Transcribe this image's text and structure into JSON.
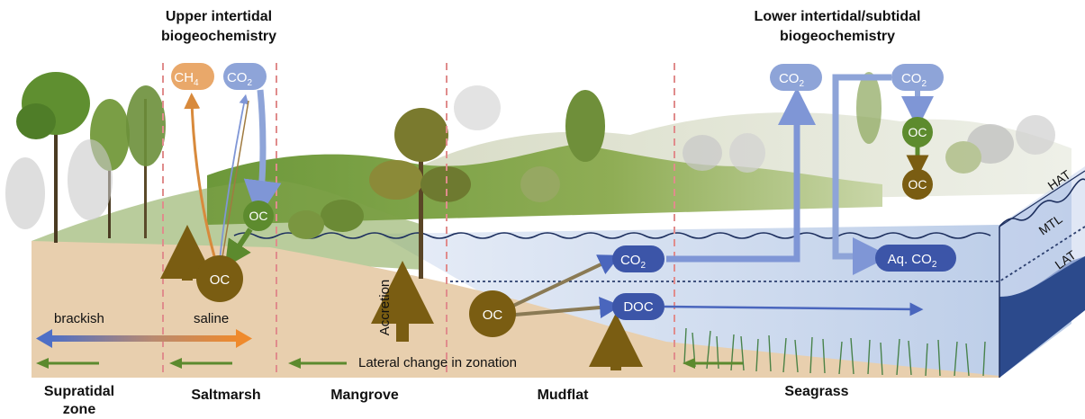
{
  "headings": {
    "upper": [
      "Upper intertidal",
      "biogeochemistry"
    ],
    "lower": [
      "Lower intertidal/subtidal",
      "biogeochemistry"
    ]
  },
  "zones": {
    "supratidal": [
      "Supratidal",
      "zone"
    ],
    "saltmarsh": "Saltmarsh",
    "mangrove": "Mangrove",
    "mudflat": "Mudflat",
    "seagrass": "Seagrass"
  },
  "nodes": {
    "ch4_upper": {
      "main": "CH",
      "sub": "4"
    },
    "co2_upper": {
      "main": "CO",
      "sub": "2"
    },
    "oc_saltmarsh_green": "OC",
    "oc_saltmarsh": "OC",
    "oc_mudflat": "OC",
    "co2_mudflat": {
      "main": "CO",
      "sub": "2"
    },
    "doc": "DOC",
    "co2_lower_left": {
      "main": "CO",
      "sub": "2"
    },
    "co2_lower_right": {
      "main": "CO",
      "sub": "2"
    },
    "oc_lower_green": "OC",
    "oc_lower_brown": "OC",
    "aq_co2": {
      "main": "Aq. CO",
      "sub": "2"
    }
  },
  "labels": {
    "brackish": "brackish",
    "saline": "saline",
    "accretion": "Accretion",
    "lateral": "Lateral change in zonation",
    "hat": "HAT",
    "mtl": "MTL",
    "lat": "LAT"
  },
  "colors": {
    "sky": "#ffffff",
    "sediment": "#e8cfae",
    "water_light": "#dde7f4",
    "water_mid": "#b7c9e6",
    "water_deep": "#2f4f8f",
    "hill_green": "#6f9a3d",
    "brown_node": "#7a5d12",
    "green_node": "#5d8b2e",
    "orange_node": "#e9a86a",
    "blue_light_node": "#8ea4d8",
    "blue_dark_node": "#3c55a8",
    "dashed_line": "#e08c8c",
    "arrow_green": "#5c8a2e",
    "arrow_brown": "#7a5d12",
    "arrow_blue": "#7f96d6"
  }
}
